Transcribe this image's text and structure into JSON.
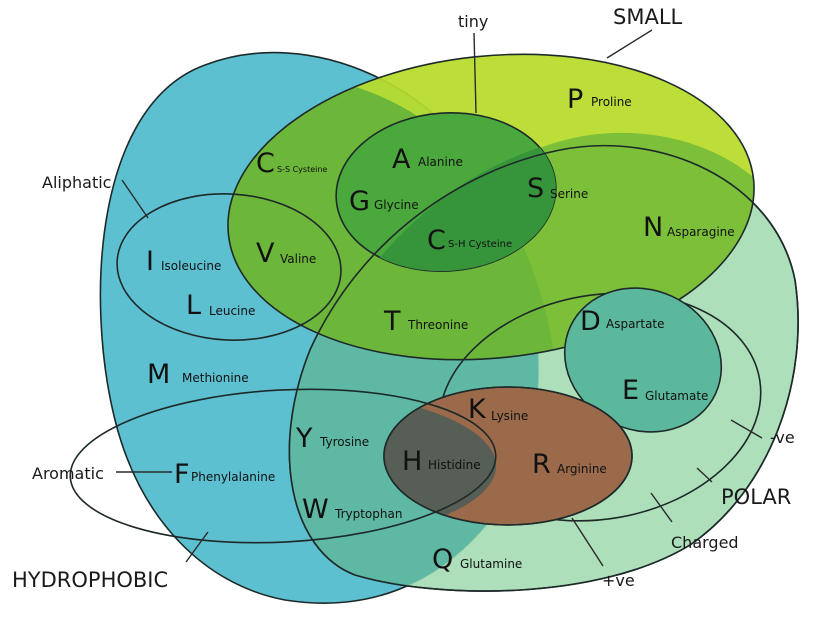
{
  "set_labels": {
    "small": "SMALL",
    "tiny": "tiny",
    "aliphatic": "Aliphatic",
    "aromatic": "Aromatic",
    "hydrophobic": "HYDROPHOBIC",
    "polar": "POLAR",
    "charged": "Charged",
    "negative": "-ve",
    "positive": "+ve"
  },
  "amino_acids": [
    {
      "letter": "P",
      "name": "Proline",
      "sub": ""
    },
    {
      "letter": "A",
      "name": "Alanine",
      "sub": ""
    },
    {
      "letter": "G",
      "name": "Glycine",
      "sub": ""
    },
    {
      "letter": "C",
      "name": "",
      "sub": "S-S Cysteine"
    },
    {
      "letter": "S",
      "name": "Serine",
      "sub": ""
    },
    {
      "letter": "C",
      "name": "",
      "sub": "S-H Cysteine"
    },
    {
      "letter": "N",
      "name": "Asparagine",
      "sub": ""
    },
    {
      "letter": "I",
      "name": "Isoleucine",
      "sub": ""
    },
    {
      "letter": "V",
      "name": "Valine",
      "sub": ""
    },
    {
      "letter": "L",
      "name": "Leucine",
      "sub": ""
    },
    {
      "letter": "T",
      "name": "Threonine",
      "sub": ""
    },
    {
      "letter": "D",
      "name": "Aspartate",
      "sub": ""
    },
    {
      "letter": "M",
      "name": "Methionine",
      "sub": ""
    },
    {
      "letter": "E",
      "name": "Glutamate",
      "sub": ""
    },
    {
      "letter": "K",
      "name": "Lysine",
      "sub": ""
    },
    {
      "letter": "Y",
      "name": "Tyrosine",
      "sub": ""
    },
    {
      "letter": "H",
      "name": "Histidine",
      "sub": ""
    },
    {
      "letter": "R",
      "name": "Arginine",
      "sub": ""
    },
    {
      "letter": "F",
      "name": "Phenylalanine",
      "sub": ""
    },
    {
      "letter": "W",
      "name": "Tryptophan",
      "sub": ""
    },
    {
      "letter": "Q",
      "name": "Glutamine",
      "sub": ""
    }
  ],
  "colors": {
    "hydrophobic": "#5cc0d0",
    "polar": "#a6dcb4",
    "small": "#b8dc2a",
    "tiny": "#3a9a3a",
    "charged_positive": "#9a6a4a",
    "dark_overlap": "#555c55"
  }
}
